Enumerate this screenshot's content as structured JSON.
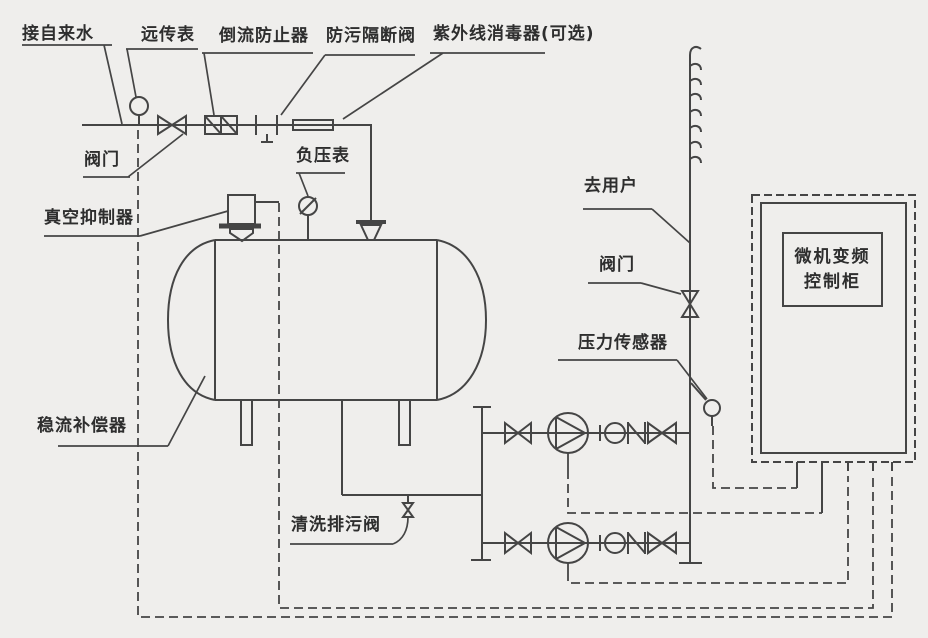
{
  "labels": {
    "tap_water": "接自来水",
    "remote_meter": "远传表",
    "backflow_preventer": "倒流防止器",
    "pollution_isolation_valve": "防污隔断阀",
    "uv_sterilizer": "紫外线消毒器(可选)",
    "valve_inlet": "阀门",
    "negative_pressure_gauge": "负压表",
    "vacuum_suppressor": "真空抑制器",
    "flow_stabilizer_tank": "稳流补偿器",
    "flush_drain_valve": "清洗排污阀",
    "to_users": "去用户",
    "valve_riser": "阀门",
    "pressure_sensor": "压力传感器",
    "control_cabinet_line1": "微机变频",
    "control_cabinet_line2": "控制柜"
  },
  "colors": {
    "background": "#efeeec",
    "line": "#454545",
    "text": "#2e2e2e"
  }
}
